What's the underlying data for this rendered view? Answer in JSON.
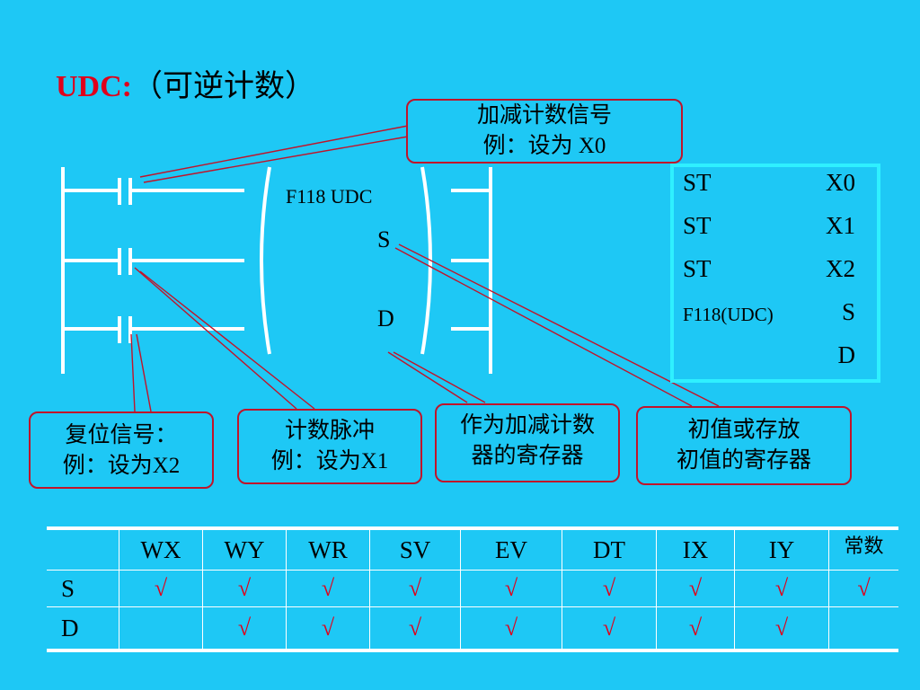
{
  "title": {
    "code": "UDC:",
    "paren": "（可逆计数）"
  },
  "ladder": {
    "fb_label": "F118  UDC",
    "fb_s": "S",
    "fb_d": "D"
  },
  "callouts": {
    "updown": [
      "加减计数信号",
      "例：设为 X0"
    ],
    "reset": [
      "复位信号：",
      "例：设为X2"
    ],
    "count": [
      "计数脉冲",
      "例：设为X1"
    ],
    "register": [
      "作为加减计数",
      "器的寄存器"
    ],
    "initial": [
      "初值或存放",
      "初值的寄存器"
    ]
  },
  "instruction_list": [
    {
      "op": "ST",
      "arg": "X0"
    },
    {
      "op": "ST",
      "arg": "X1"
    },
    {
      "op": "ST",
      "arg": "X2"
    },
    {
      "op": "F118(UDC)",
      "arg": "S"
    },
    {
      "op": "",
      "arg": "D"
    }
  ],
  "operand_table": {
    "headers": [
      "",
      "WX",
      "WY",
      "WR",
      "SV",
      "EV",
      "DT",
      "IX",
      "IY",
      "常数"
    ],
    "rows": [
      {
        "label": "S",
        "cells": [
          "√",
          "√",
          "√",
          "√",
          "√",
          "√",
          "√",
          "√",
          "√"
        ]
      },
      {
        "label": "D",
        "cells": [
          "",
          "√",
          "√",
          "√",
          "√",
          "√",
          "√",
          "√",
          ""
        ]
      }
    ]
  },
  "colors": {
    "background": "#1ec8f5",
    "accent_red": "#e0001a",
    "il_border": "#2ff0ff",
    "callout_border": "#c0142a"
  }
}
